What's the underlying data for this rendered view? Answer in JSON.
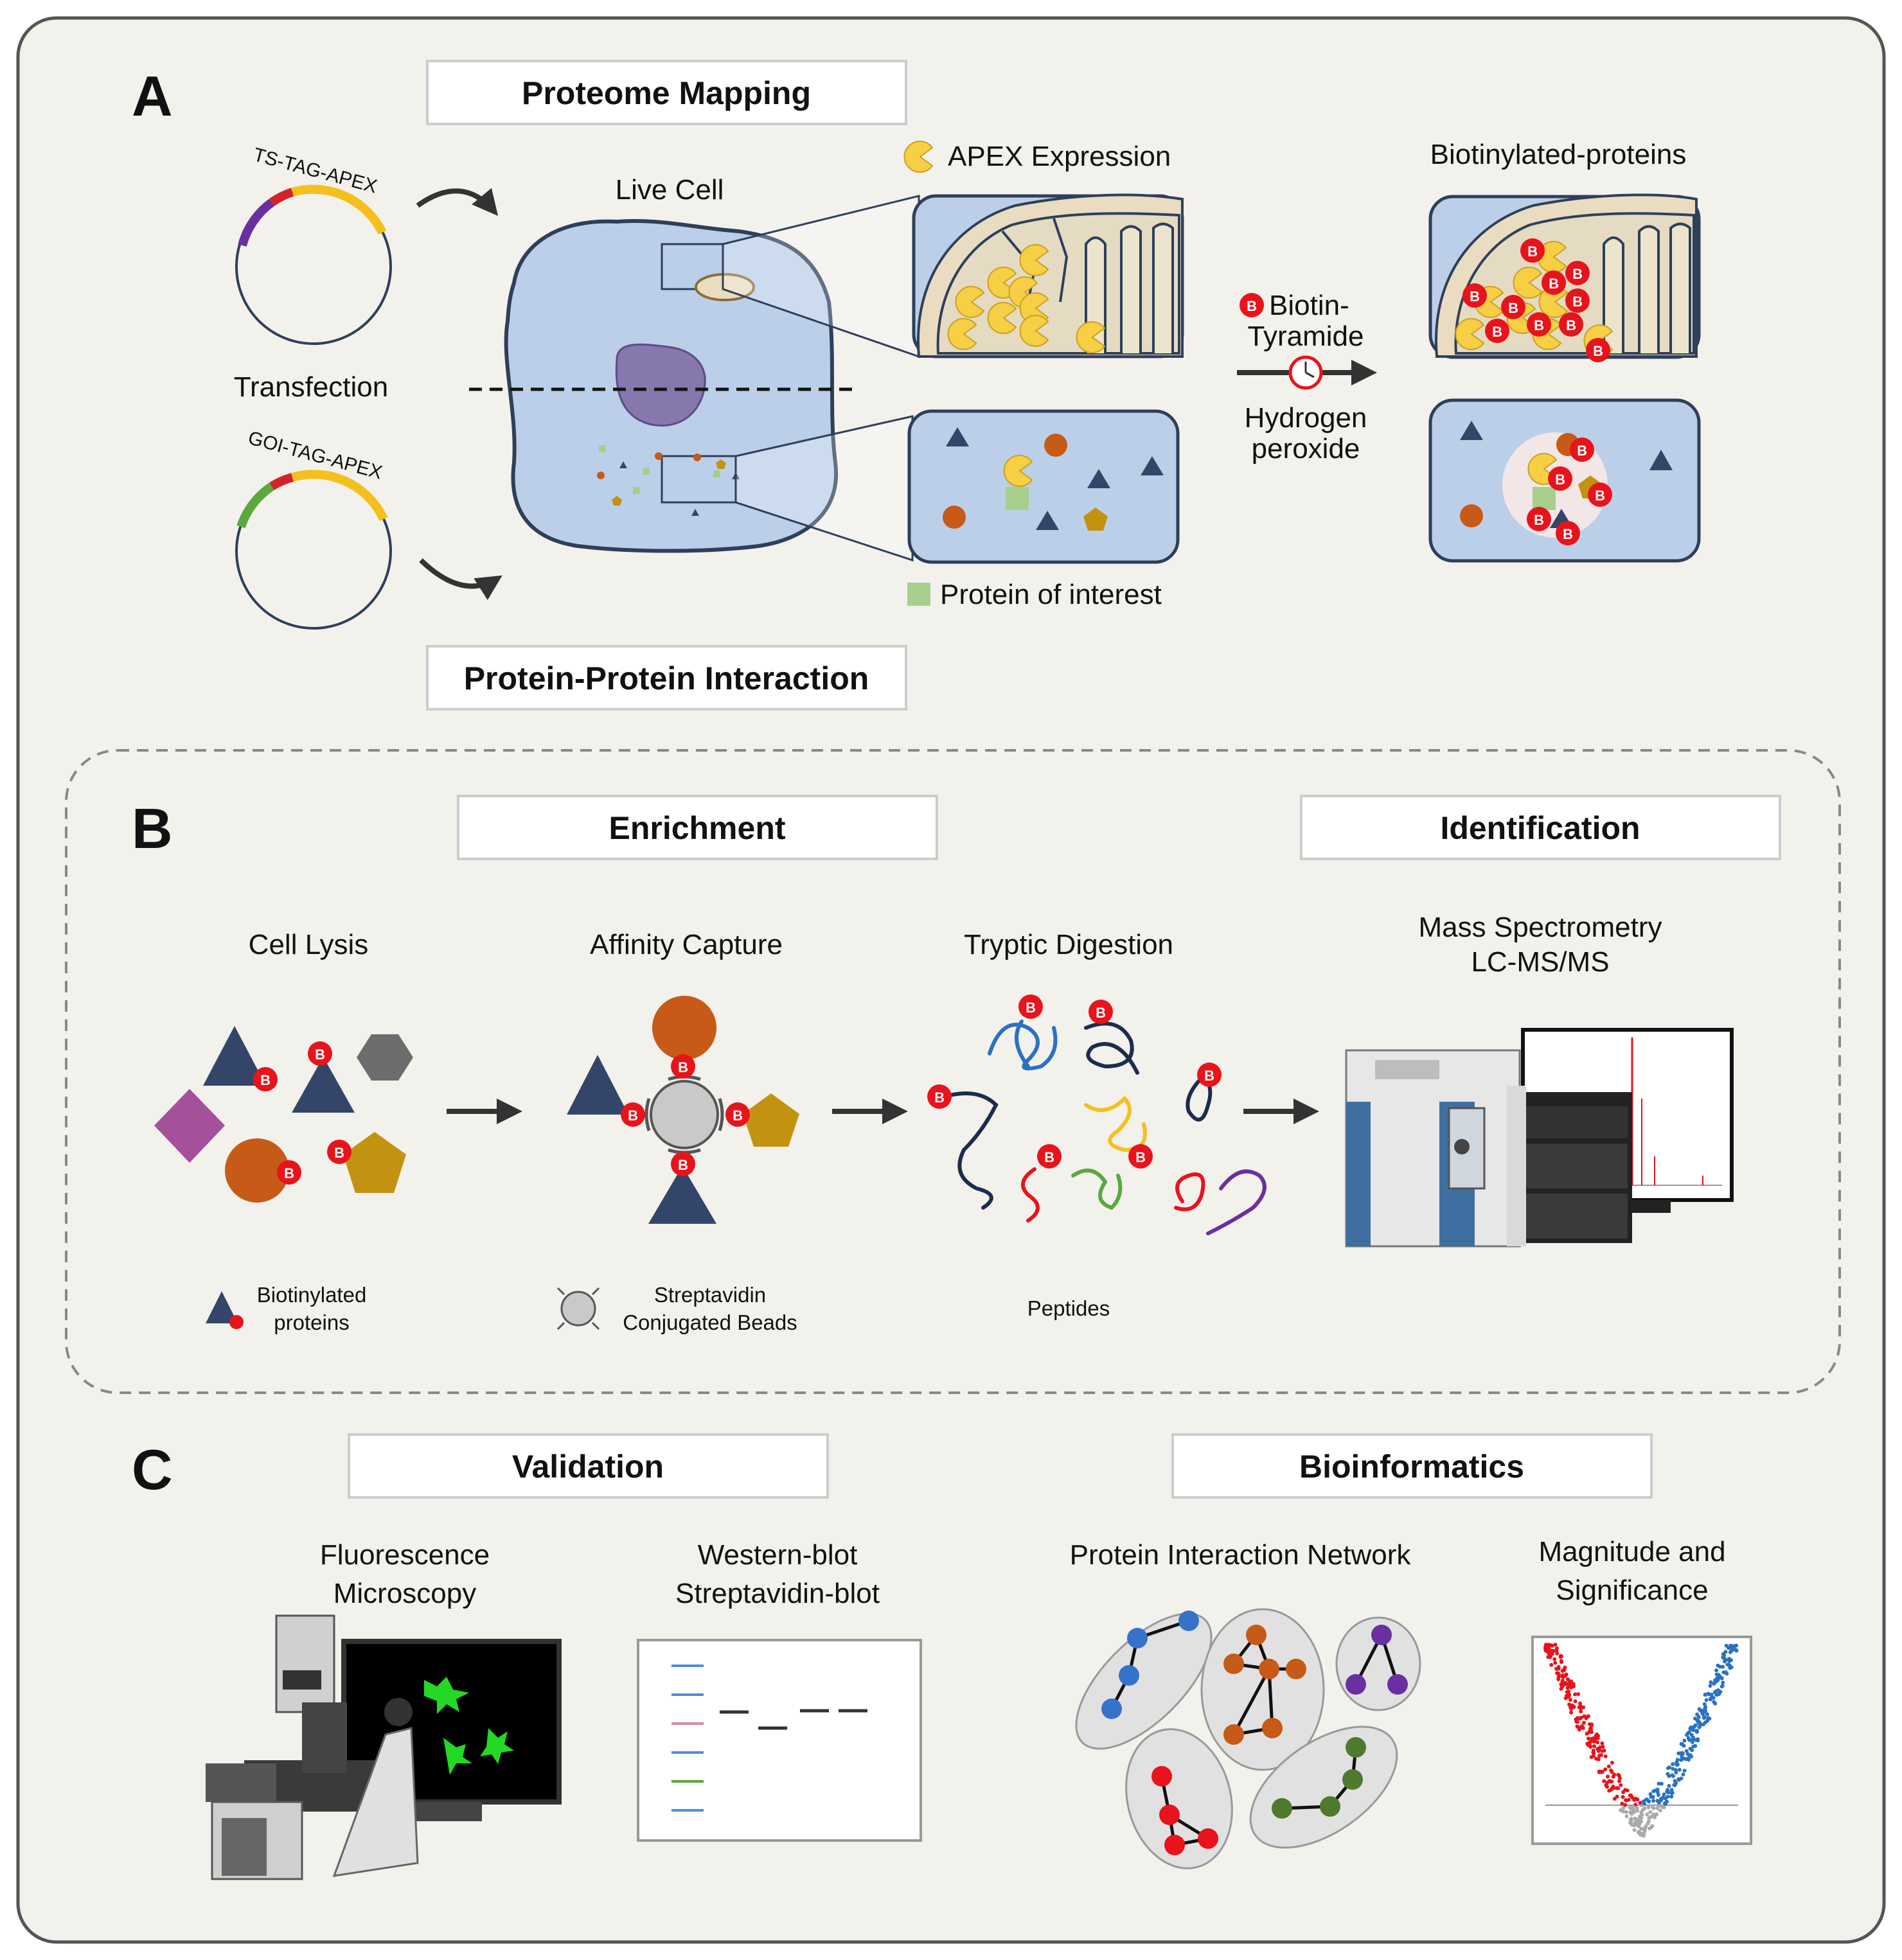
{
  "panels": {
    "a": {
      "letter": "A",
      "header_top": "Proteome Mapping",
      "header_bottom": "Protein-Protein Interaction",
      "plasmid_top": "TS-TAG-APEX",
      "plasmid_bottom": "GOI-TAG-APEX",
      "transfection": "Transfection",
      "live_cell": "Live Cell",
      "apex_expression": "APEX Expression",
      "biotinylated_proteins": "Biotinylated-proteins",
      "biotin_line1": "Biotin-",
      "biotin_line2": "Tyramide",
      "hydrogen_line1": "Hydrogen",
      "hydrogen_line2": "peroxide",
      "protein_of_interest": "Protein of interest",
      "biotin_mark": "B"
    },
    "b": {
      "letter": "B",
      "header_enrichment": "Enrichment",
      "header_identification": "Identification",
      "steps": [
        "Cell Lysis",
        "Affinity Capture",
        "Tryptic Digestion"
      ],
      "ms_line1": "Mass Spectrometry",
      "ms_line2": "LC-MS/MS",
      "legend_biotinylated_line1": "Biotinylated",
      "legend_biotinylated_line2": "proteins",
      "legend_beads_line1": "Streptavidin",
      "legend_beads_line2": "Conjugated Beads",
      "legend_peptides": "Peptides"
    },
    "c": {
      "letter": "C",
      "header_validation": "Validation",
      "header_bioinformatics": "Bioinformatics",
      "fluor_line1": "Fluorescence",
      "fluor_line2": "Microscopy",
      "blot_line1": "Western-blot",
      "blot_line2": "Streptavidin-blot",
      "network_label": "Protein Interaction Network",
      "volcano_line1": "Magnitude and",
      "volcano_line2": "Significance"
    }
  },
  "colors": {
    "background": "#f3f1ec",
    "cell": "#bccfe9",
    "outline": "#2f3f5a",
    "apex": "#f7cf45",
    "biotin": "#e8131b",
    "triangle": "#33466a",
    "orange": "#c65a16",
    "gold": "#c49211",
    "green": "#a6cf8c"
  }
}
